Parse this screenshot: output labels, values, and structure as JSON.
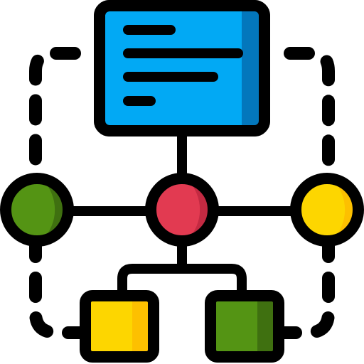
{
  "icon": {
    "name": "workflow-hierarchy-icon",
    "colors": {
      "outline": "#000000",
      "document_fill": "#02A9F4",
      "document_shade": "#0377BC",
      "green": "#549414",
      "green_shade": "#3F7010",
      "red": "#E23A51",
      "red_shade": "#C32A42",
      "yellow": "#FDD600",
      "yellow_shade": "#FDC000"
    },
    "parts": [
      "document-icon",
      "text-line",
      "green-node-icon",
      "red-node-icon",
      "yellow-node-icon",
      "yellow-square-node-icon",
      "green-square-node-icon",
      "dashed-connector",
      "solid-connector"
    ]
  }
}
